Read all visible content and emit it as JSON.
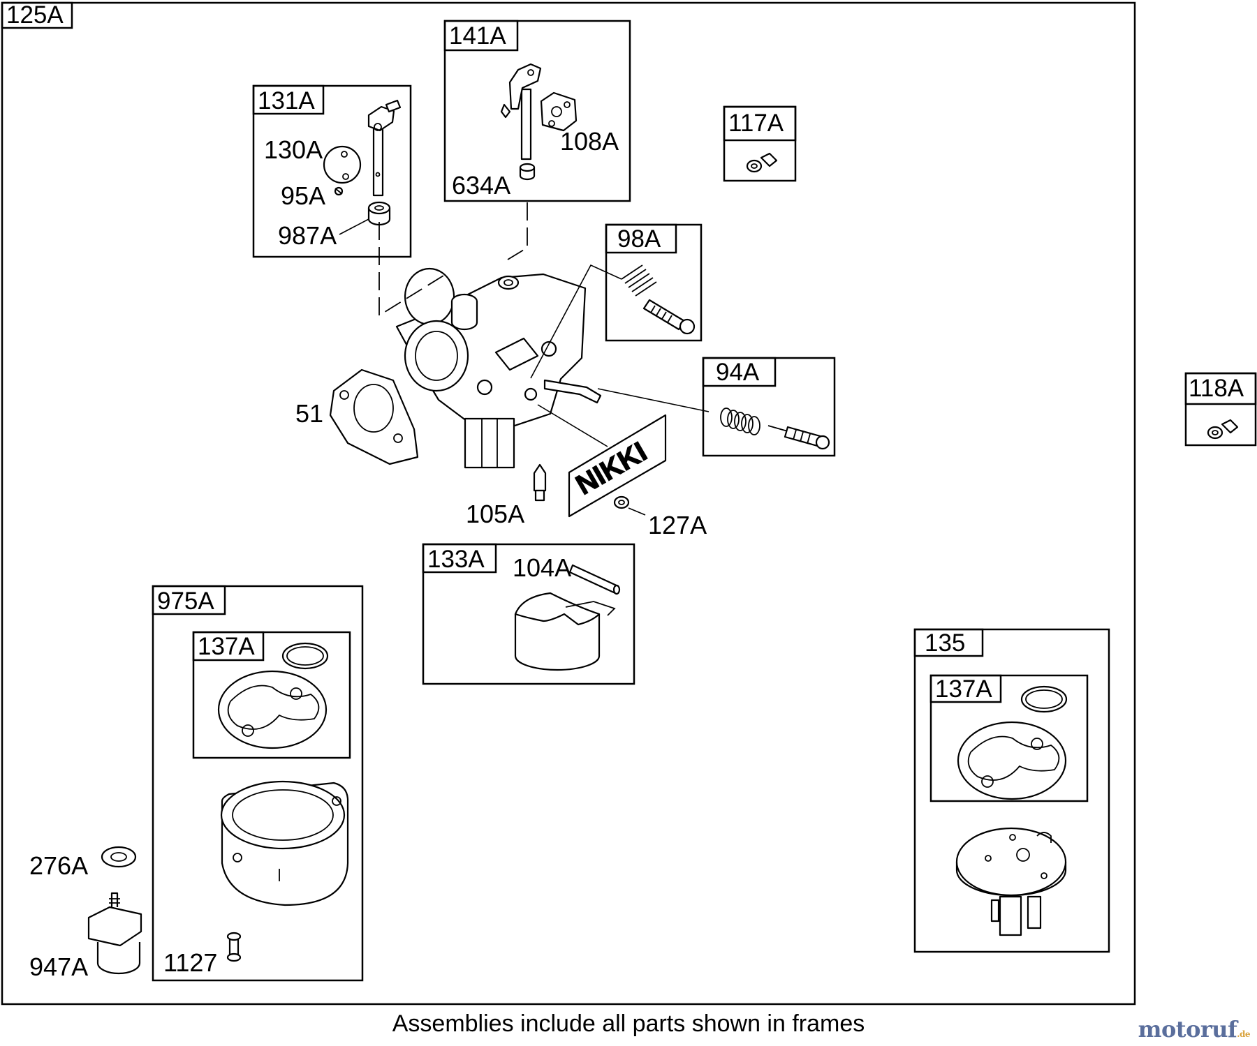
{
  "frames": {
    "main": "125A",
    "f131": "131A",
    "f141": "141A",
    "f117": "117A",
    "f98": "98A",
    "f94": "94A",
    "f118": "118A",
    "f133": "133A",
    "f975": "975A",
    "f975_sub": "137A",
    "f135": "135",
    "f135_sub": "137A"
  },
  "labels": {
    "p130A": "130A",
    "p95A": "95A",
    "p987A": "987A",
    "p108A": "108A",
    "p634A": "634A",
    "p51": "51",
    "p105A": "105A",
    "p127A": "127A",
    "p104A": "104A",
    "p276A": "276A",
    "p947A": "947A",
    "p1127": "1127",
    "nikki": "NIKKI"
  },
  "caption": "Assemblies include all parts shown in frames",
  "watermark": {
    "brand": "motoruf",
    "suffix": ".de"
  }
}
